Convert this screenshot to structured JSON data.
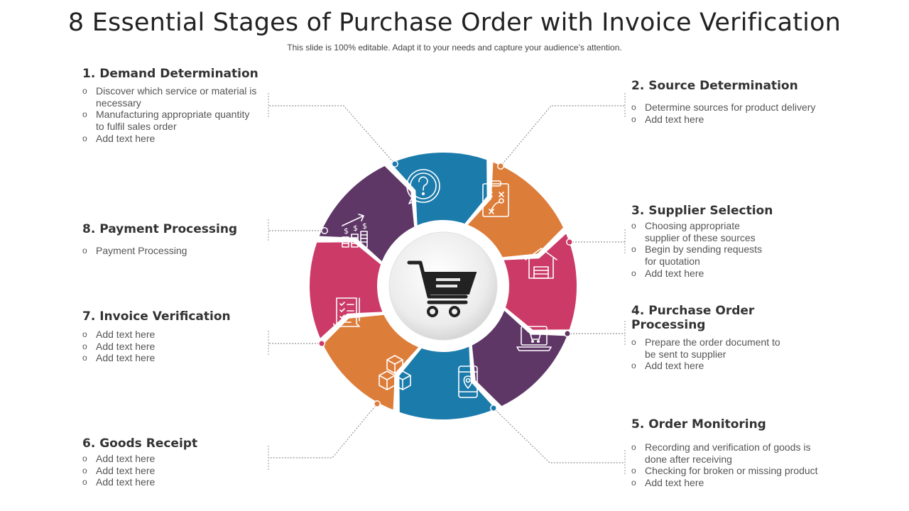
{
  "header": {
    "title": "8 Essential Stages of Purchase Order with Invoice Verification",
    "subtitle": "This slide is 100% editable. Adapt it to your needs and capture your audience’s attention."
  },
  "center": {
    "icon": "shopping-cart-icon"
  },
  "stages": [
    {
      "id": "s1",
      "title": "1. Demand Determination",
      "color": "#1b7bab",
      "icon": "question-bubble-icon",
      "bullets": [
        "Discover which service or material is necessary",
        "Manufacturing appropriate quantity to fulfil sales order",
        "Add text here"
      ]
    },
    {
      "id": "s2",
      "title": "2. Source Determination",
      "color": "#dd7d3a",
      "icon": "strategy-clipboard-icon",
      "bullets": [
        "Determine sources for product delivery",
        "Add text here"
      ]
    },
    {
      "id": "s3",
      "title": "3. Supplier Selection",
      "color": "#cc3a67",
      "icon": "warehouse-icon",
      "bullets": [
        "Choosing appropriate supplier of these sources",
        "Begin by sending requests for quotation",
        "Add text here"
      ]
    },
    {
      "id": "s4",
      "title": "4. Purchase Order Processing",
      "color": "#5e3767",
      "icon": "laptop-cart-icon",
      "bullets": [
        "Prepare the order document to be sent to supplier",
        "Add text here"
      ]
    },
    {
      "id": "s5",
      "title": "5. Order Monitoring",
      "color": "#1b7bab",
      "icon": "mobile-location-icon",
      "bullets": [
        "Recording and verification of goods is done after receiving",
        "Checking for broken or missing product",
        "Add text here"
      ]
    },
    {
      "id": "s6",
      "title": "6. Goods Receipt",
      "color": "#dd7d3a",
      "icon": "boxes-icon",
      "bullets": [
        "Add text here",
        "Add text here",
        "Add text here"
      ]
    },
    {
      "id": "s7",
      "title": "7. Invoice Verification",
      "color": "#cc3a67",
      "icon": "invoice-checklist-icon",
      "bullets": [
        "Add text here",
        "Add text here",
        "Add text here"
      ]
    },
    {
      "id": "s8",
      "title": "8. Payment Processing",
      "color": "#5e3767",
      "icon": "money-growth-icon",
      "bullets": [
        "Payment Processing"
      ]
    }
  ]
}
